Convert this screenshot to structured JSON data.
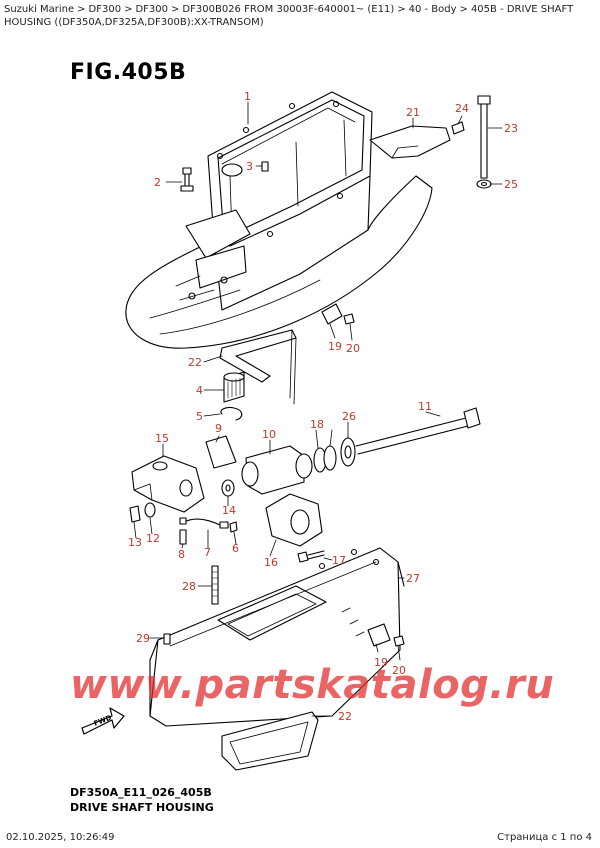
{
  "breadcrumb": {
    "items": [
      "Suzuki Marine",
      "DF300",
      "DF300",
      "DF300B026 FROM 30003F-640001~ (E11)",
      "40 - Body",
      "405B - DRIVE SHAFT HOUSING ((DF350A,DF325A,DF300B):XX-TRANSOM)"
    ],
    "separator": ">"
  },
  "figure": {
    "title": "FIG.405B",
    "code": "DF350A_E11_026_405B",
    "caption": "DRIVE SHAFT HOUSING",
    "fwd_label": "FWD"
  },
  "callouts": [
    "1",
    "2",
    "3",
    "4",
    "5",
    "6",
    "7",
    "8",
    "9",
    "10",
    "11",
    "12",
    "13",
    "14",
    "15",
    "16",
    "17",
    "18",
    "19",
    "20",
    "21",
    "22",
    "23",
    "24",
    "25",
    "26",
    "27",
    "28",
    "29"
  ],
  "watermark": "www.partskatalog.ru",
  "footer": {
    "timestamp": "02.10.2025, 10:26:49",
    "page": "Страница с 1 по 4"
  },
  "colors": {
    "callout": "#c0392b",
    "watermark": "#e22828",
    "line": "#000000"
  }
}
